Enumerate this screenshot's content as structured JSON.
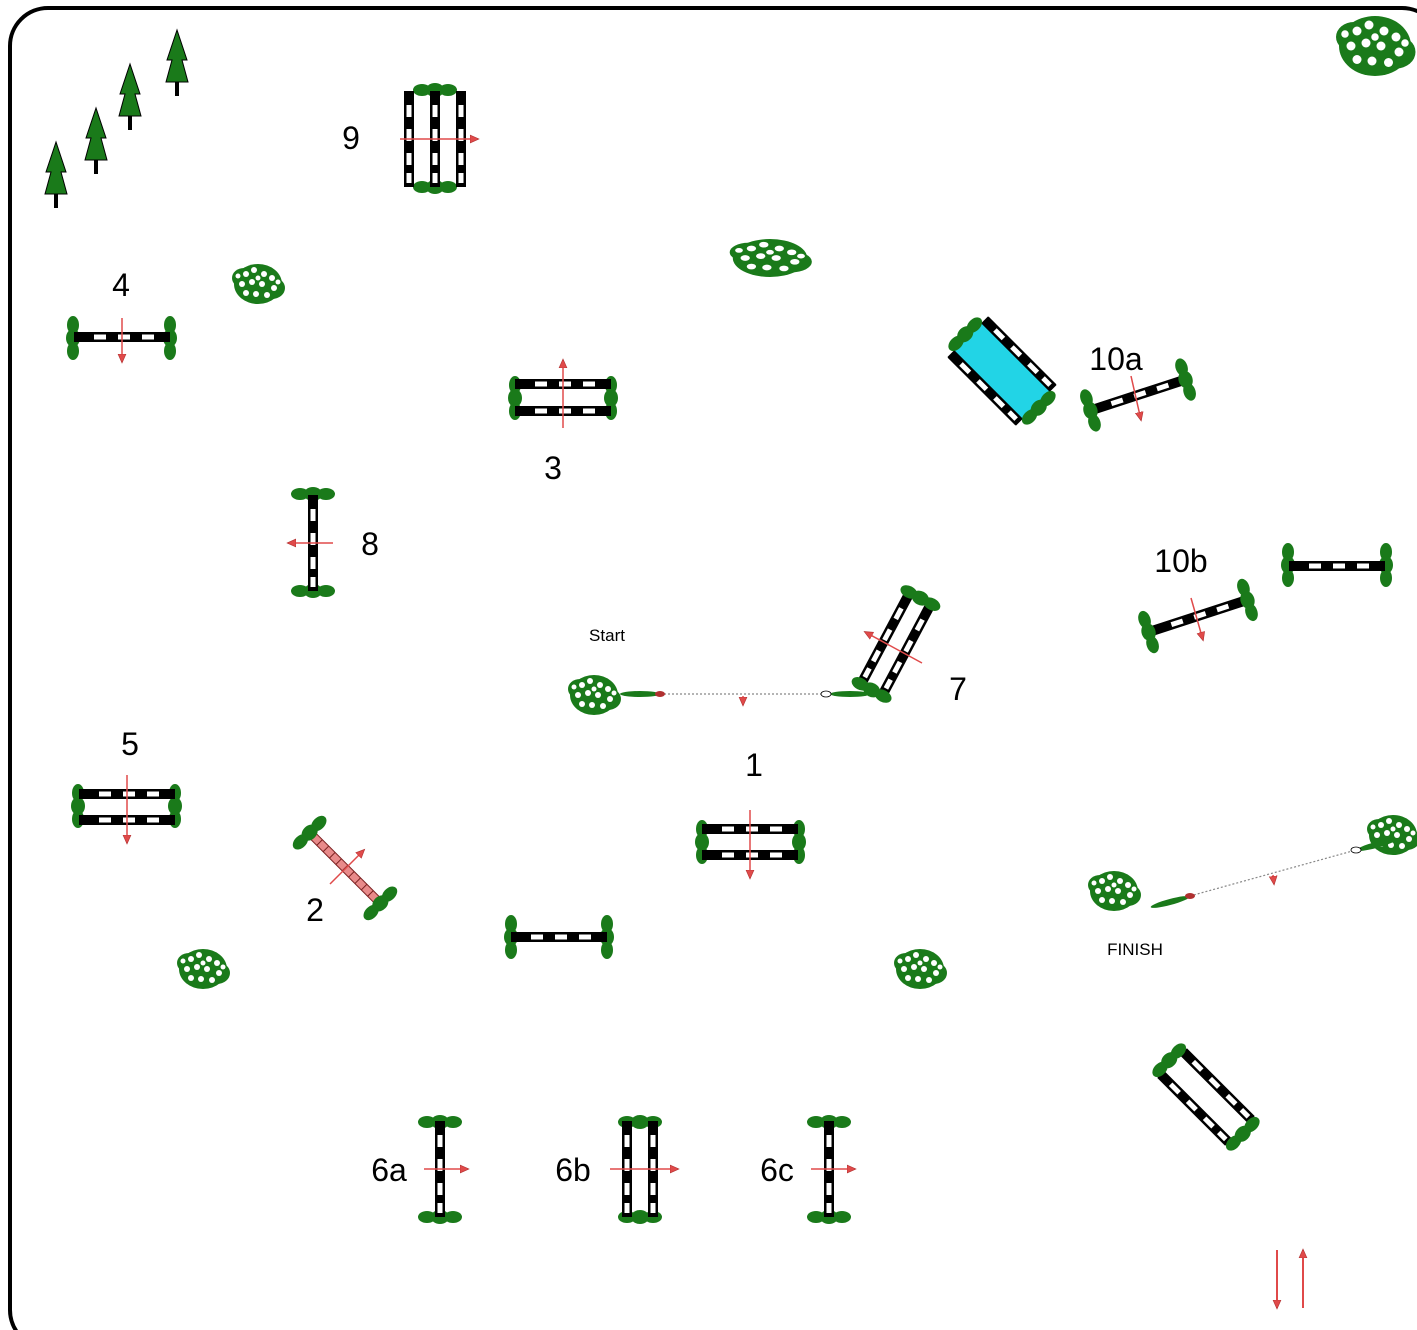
{
  "arena": {
    "border_color": "#000000",
    "background": "#ffffff",
    "pole_dark": "#000000",
    "pole_light": "#ffffff",
    "wing_color": "#1a7a1a",
    "arrow_color": "#e04a4a",
    "water_color": "#22d4e6",
    "plank_color": "#e88a8a"
  },
  "labels": {
    "fence_1": "1",
    "fence_2": "2",
    "fence_3": "3",
    "fence_4": "4",
    "fence_5": "5",
    "fence_6a": "6a",
    "fence_6b": "6b",
    "fence_6c": "6c",
    "fence_7": "7",
    "fence_8": "8",
    "fence_9": "9",
    "fence_10a": "10a",
    "fence_10b": "10b",
    "start": "Start",
    "finish": "FINISH"
  },
  "decor": {
    "tree_icon": "pine-tree-icon",
    "bush_icon": "flower-bush-icon",
    "legend_icon": "direction-arrows-icon"
  }
}
